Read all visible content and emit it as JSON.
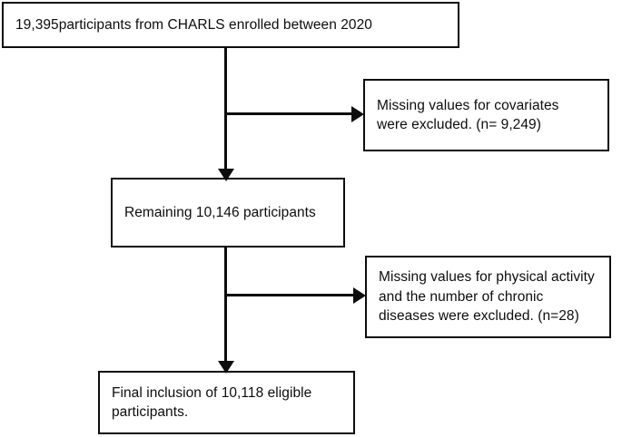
{
  "diagram": {
    "type": "participant-flow-chart",
    "nodes": [
      {
        "id": "enrolled",
        "text": "19,395participants from CHARLS enrolled between 2020"
      },
      {
        "id": "excluded-covariates",
        "text": "Missing values for covariates\nwere excluded. (n= 9,249)"
      },
      {
        "id": "remaining",
        "text": "Remaining 10,146 participants"
      },
      {
        "id": "excluded-activity",
        "text": "Missing values for physical activity\nand the number of chronic\ndiseases were excluded. (n=28)"
      },
      {
        "id": "final",
        "text": "Final inclusion of 10,118 eligible\nparticipants."
      }
    ],
    "connectors": [
      {
        "id": "trunk-1",
        "from": "enrolled",
        "to": "remaining",
        "style": "vertical-arrow"
      },
      {
        "id": "branch-1",
        "from": "enrolled",
        "to": "excluded-covariates",
        "style": "horizontal-arrow"
      },
      {
        "id": "trunk-2",
        "from": "remaining",
        "to": "final",
        "style": "vertical-arrow"
      },
      {
        "id": "branch-2",
        "from": "remaining",
        "to": "excluded-activity",
        "style": "horizontal-arrow"
      }
    ],
    "colors": {
      "stroke": "#0d0d0d",
      "fill": "#ffffff",
      "text": "#0d0d0d"
    }
  }
}
